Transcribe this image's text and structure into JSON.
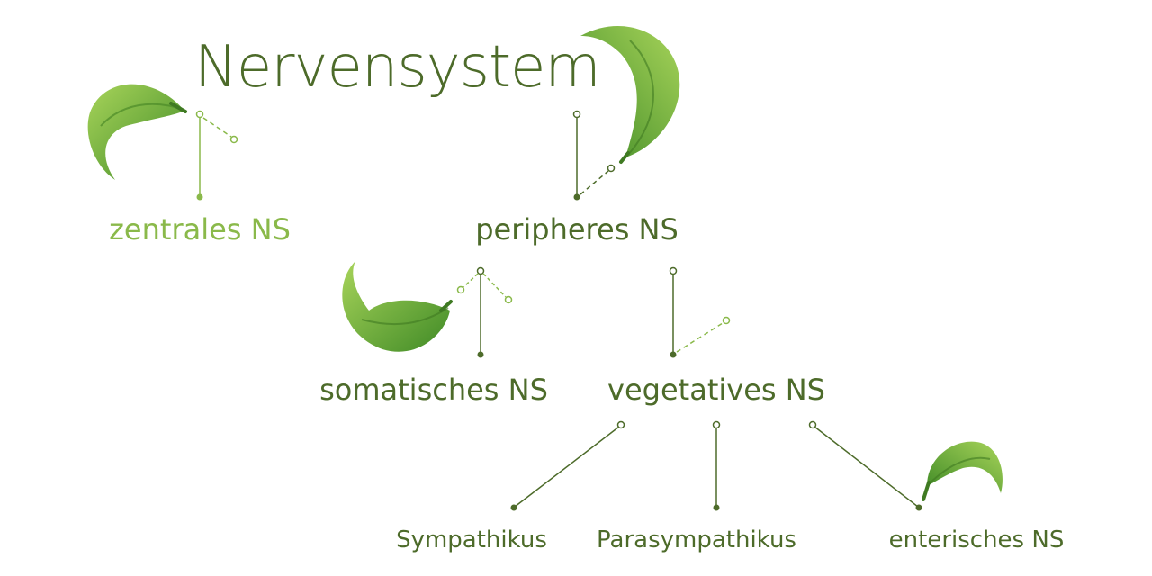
{
  "title": "Nervensystem",
  "nodes": {
    "zentral": "zentrales NS",
    "peripher": "peripheres NS",
    "somatisch": "somatisches NS",
    "vegetativ": "vegetatives NS",
    "sympathikus": "Sympathikus",
    "parasympathikus": "Parasympathikus",
    "enterisch": "enterisches NS"
  },
  "colors": {
    "dark_green": "#4d6b2a",
    "light_green": "#8ab94a",
    "leaf_light": "#9ccc50",
    "leaf_dark": "#3e8a25"
  }
}
